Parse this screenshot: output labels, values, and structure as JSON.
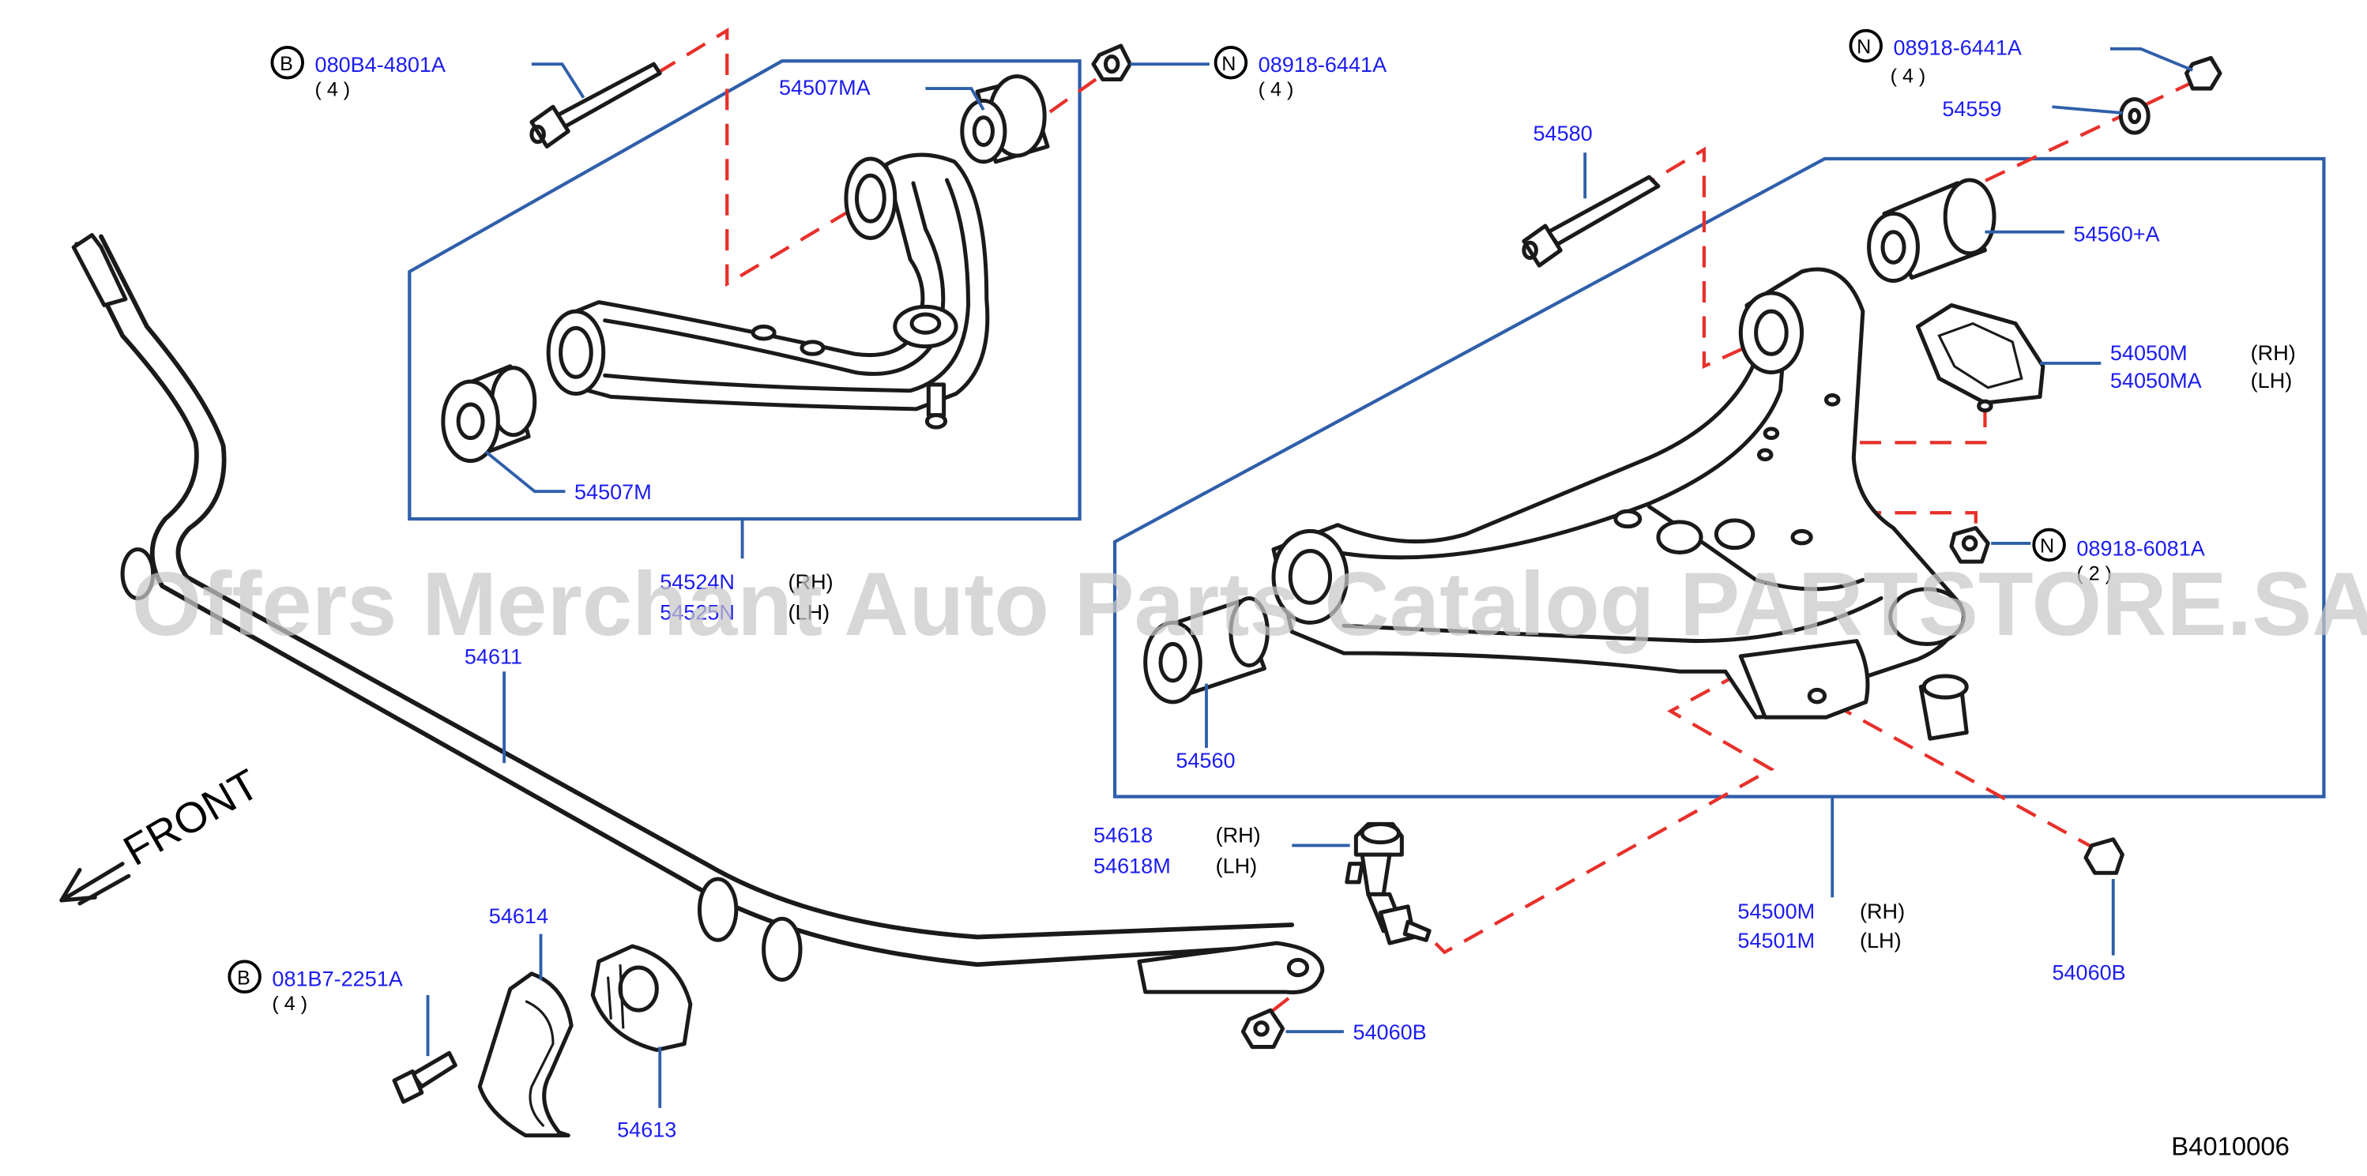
{
  "diagram_id": "B4010006",
  "front_label": "FRONT",
  "watermark": "Offers Merchant Auto Parts Catalog PARTSTORE.SA",
  "labels": {
    "bolt_upper": {
      "prefix": "B",
      "part": "080B4-4801A",
      "qty": "( 4 )"
    },
    "nut_upper": {
      "prefix": "N",
      "part": "08918-6441A",
      "qty": "( 4 )"
    },
    "bushing_upper_rear": {
      "part": "54507MA"
    },
    "bushing_upper_front": {
      "part": "54507M"
    },
    "upper_arm_rh": {
      "part": "54524N",
      "side": "(RH)"
    },
    "upper_arm_lh": {
      "part": "54525N",
      "side": "(LH)"
    },
    "stabilizer_bar": {
      "part": "54611"
    },
    "nut_lower_top": {
      "prefix": "N",
      "part": "08918-6441A",
      "qty": "( 4 )"
    },
    "washer": {
      "part": "54559"
    },
    "bolt_lower": {
      "part": "54580"
    },
    "bushing_lower_rear": {
      "part": "54560+A"
    },
    "bump_stop_rh": {
      "part": "54050M",
      "side": "(RH)"
    },
    "bump_stop_lh": {
      "part": "54050MA",
      "side": "(LH)"
    },
    "nut_lower_mid": {
      "prefix": "N",
      "part": "08918-6081A",
      "qty": "( 2 )"
    },
    "bushing_lower_front": {
      "part": "54560"
    },
    "stab_link_rh": {
      "part": "54618",
      "side": "(RH)"
    },
    "stab_link_lh": {
      "part": "54618M",
      "side": "(LH)"
    },
    "lower_arm_rh": {
      "part": "54500M",
      "side": "(RH)"
    },
    "lower_arm_lh": {
      "part": "54501M",
      "side": "(LH)"
    },
    "link_nut_right": {
      "part": "54060B"
    },
    "link_nut_bottom": {
      "part": "54060B"
    },
    "clamp": {
      "part": "54614"
    },
    "stab_bushing": {
      "part": "54613"
    },
    "bolt_clamp": {
      "prefix": "B",
      "part": "081B7-2251A",
      "qty": "( 4 )"
    }
  }
}
